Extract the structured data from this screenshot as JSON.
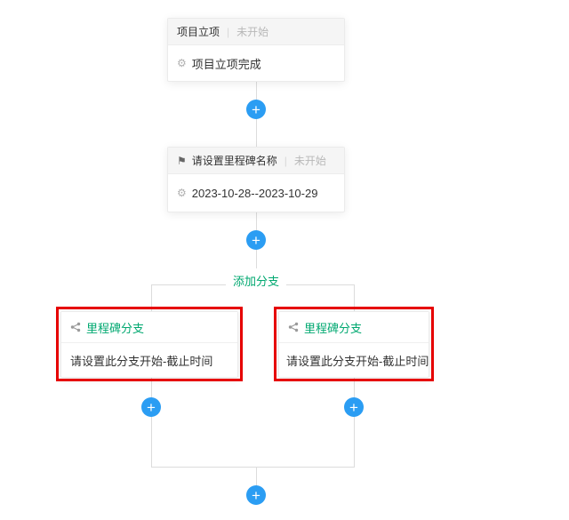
{
  "colors": {
    "accent_blue": "#2b9df3",
    "green": "#00a870",
    "highlight_red": "#e60000",
    "line_gray": "#dcdcdc",
    "header_bg": "#f5f5f5",
    "title_text": "#333333",
    "muted_text": "#b8b8b8"
  },
  "cards": {
    "project": {
      "title": "项目立项",
      "separator": "|",
      "status": "未开始",
      "body": "项目立项完成"
    },
    "milestone": {
      "title": "请设置里程碑名称",
      "separator": "|",
      "status": "未开始",
      "body": "2023-10-28--2023-10-29"
    },
    "branch_left": {
      "title": "里程碑分支",
      "body": "请设置此分支开始-截止时间"
    },
    "branch_right": {
      "title": "里程碑分支",
      "body": "请设置此分支开始-截止时间"
    }
  },
  "actions": {
    "add_branch": "添加分支",
    "plus": "+"
  },
  "icons": {
    "gear": "⚙",
    "flag": "⚑"
  }
}
